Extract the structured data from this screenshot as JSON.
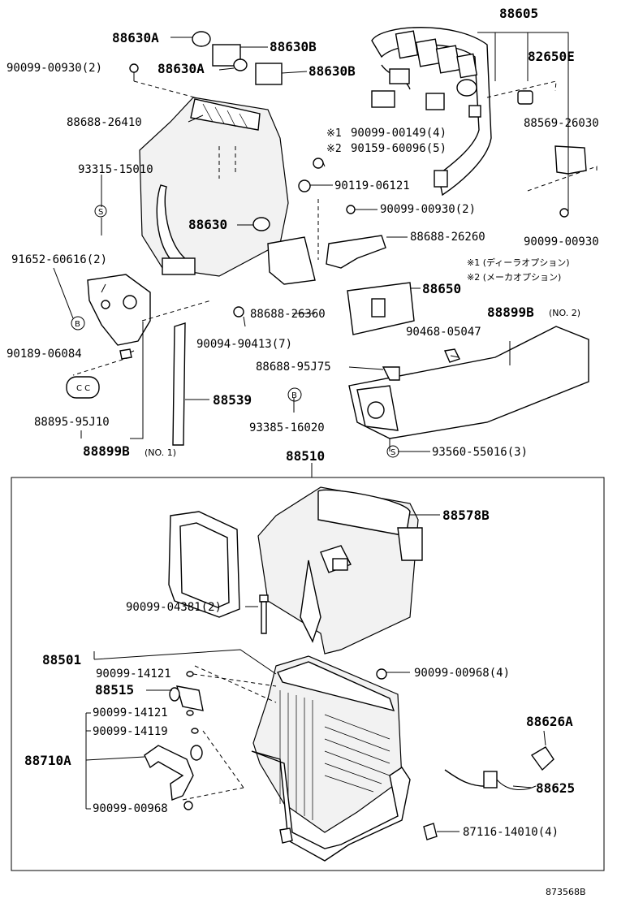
{
  "labels": {
    "p88605": "88605",
    "p88630A_1": "88630A",
    "p88630B_1": "88630B",
    "p88630A_2": "88630A",
    "p88630B_2": "88630B",
    "p90099_00930_2a": "90099-00930(2)",
    "p82650E": "82650E",
    "p88688_26410": "88688-26410",
    "p88569_26030": "88569-26030",
    "p90099_00149": "90099-00149(4)",
    "p90159_60096": "90159-60096(5)",
    "mark1": "※1",
    "mark2": "※2",
    "p93315_15010": "93315-15010",
    "p90119_06121": "90119-06121",
    "p90099_00930_2b": "90099-00930(2)",
    "p88630": "88630",
    "p90099_00930c": "90099-00930",
    "p88688_26260": "88688-26260",
    "p91652_60616": "91652-60616(2)",
    "note1": "※1 (ディーラオプション)",
    "note2": "※2 (メーカオプション)",
    "p88650": "88650",
    "p88688_26360": "88688-26360",
    "p88899B_2": "88899B",
    "p88899B_2_no": "(NO. 2)",
    "p90094_90413": "90094-90413(7)",
    "p90468_05047": "90468-05047",
    "p90189_06084": "90189-06084",
    "p88688_95J75": "88688-95J75",
    "p88539": "88539",
    "p88895_95J10": "88895-95J10",
    "p93385_16020": "93385-16020",
    "p88899B_1": "88899B",
    "p88899B_1_no": "(NO. 1)",
    "p93560_55016": "93560-55016(3)",
    "p88510": "88510",
    "p88578B": "88578B",
    "p90099_04381": "90099-04381(2)",
    "p88501": "88501",
    "p90099_14121a": "90099-14121",
    "p90099_00968": "90099-00968(4)",
    "p88515": "88515",
    "p90099_14121b": "90099-14121",
    "p88626A": "88626A",
    "p90099_14119": "90099-14119",
    "p88710A": "88710A",
    "p88625": "88625",
    "p90099_00968b": "90099-00968",
    "p87116_14010": "87116-14010(4)",
    "circle_S": "S",
    "circle_B": "B",
    "figure_id": "873568B"
  }
}
